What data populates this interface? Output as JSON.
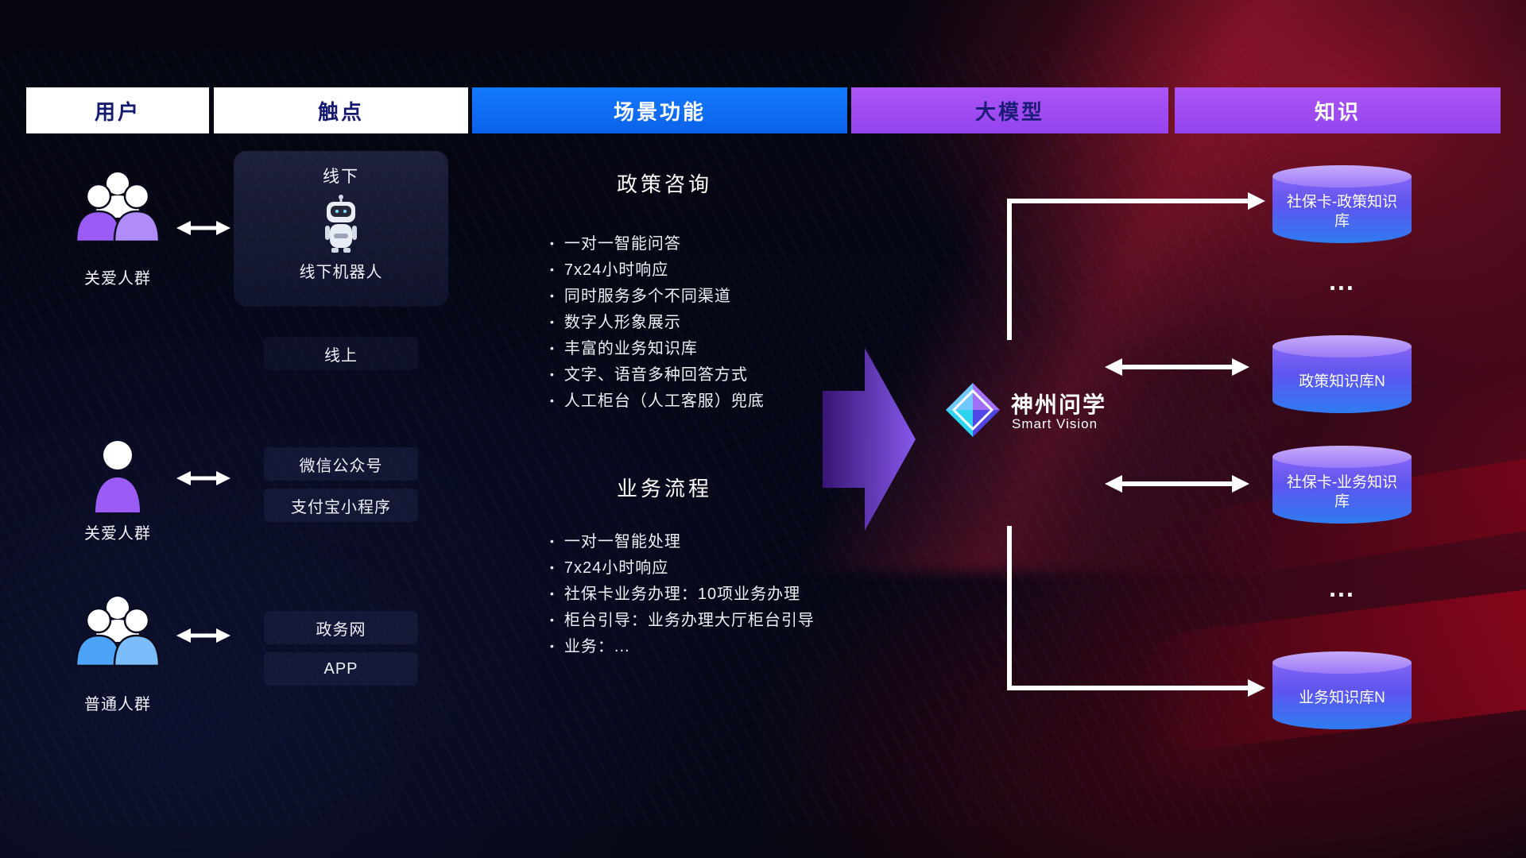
{
  "header": {
    "columns": [
      {
        "label": "用户"
      },
      {
        "label": "触点"
      },
      {
        "label": "场景功能"
      },
      {
        "label": "大模型"
      },
      {
        "label": "知识"
      }
    ]
  },
  "users": [
    {
      "label": "关爱人群",
      "type": "group"
    },
    {
      "label": "关爱人群",
      "type": "single"
    },
    {
      "label": "普通人群",
      "type": "group"
    }
  ],
  "touchpoints": {
    "offline_title": "线下",
    "offline_robot": "线下机器人",
    "online_title": "线上",
    "items": [
      "微信公众号",
      "支付宝小程序",
      "政务网",
      "APP"
    ]
  },
  "scenes": [
    {
      "title": "政策咨询",
      "bullets": [
        "一对一智能问答",
        "7x24小时响应",
        "同时服务多个不同渠道",
        "数字人形象展示",
        "丰富的业务知识库",
        "文字、语音多种回答方式",
        "人工柜台（人工客服）兜底"
      ]
    },
    {
      "title": "业务流程",
      "bullets": [
        "一对一智能处理",
        "7x24小时响应",
        "社保卡业务办理：10项业务办理",
        "柜台引导：业务办理大厅柜台引导",
        "业务：..."
      ]
    }
  ],
  "model": {
    "name": "神州问学",
    "subtitle": "Smart Vision"
  },
  "knowledge": {
    "items": [
      "社保卡-政策知识库",
      "政策知识库N",
      "社保卡-业务知识库",
      "业务知识库N"
    ],
    "ellipsis": "..."
  },
  "colors": {
    "background": "#04050e",
    "header_blue": "#0d6ef5",
    "header_purple": "#a24ff2",
    "header_text_dark": "#1d1b78",
    "user_purple": "#9b5cf6",
    "user_blue": "#4da3f8",
    "arrow_white": "#ffffff",
    "model_arrow_purple": "#7c3aed",
    "cylinder_top": "#c7abfb",
    "cylinder_body_top": "#8465f4",
    "cylinder_body_bottom": "#2f7bf1",
    "accent_red": "#c81e3c"
  }
}
